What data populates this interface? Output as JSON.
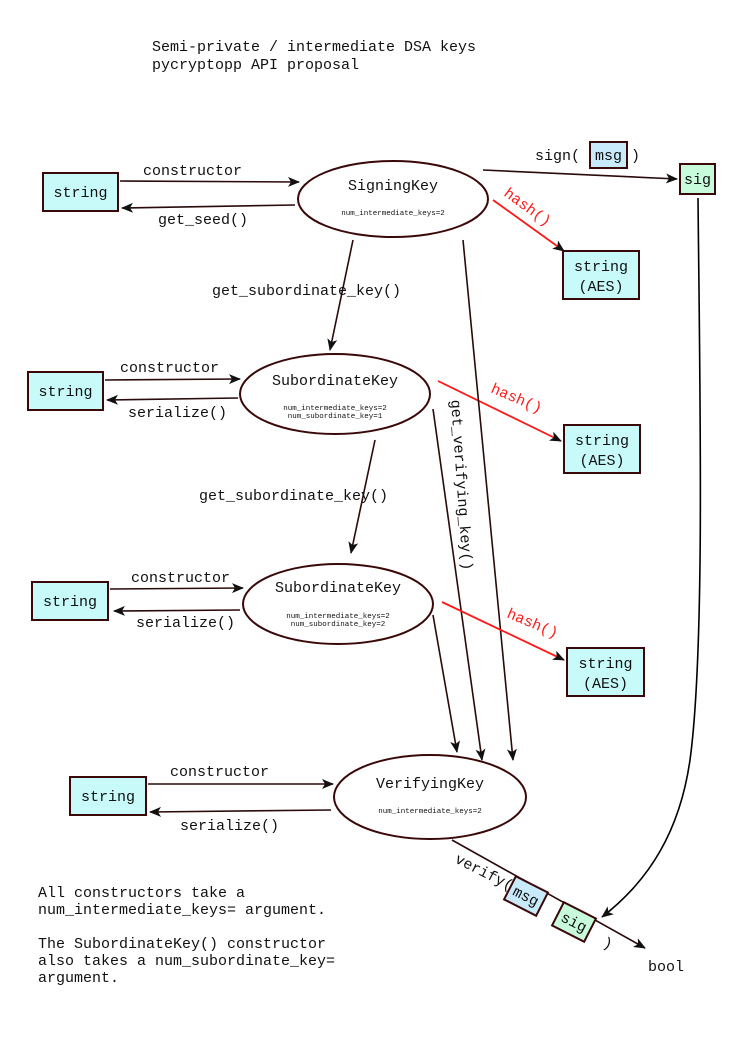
{
  "title": {
    "line1": "Semi-private / intermediate DSA keys",
    "line2": "pycryptopp API proposal"
  },
  "nodes": {
    "signing_key": {
      "name": "SigningKey",
      "params": [
        "num_intermediate_keys=2"
      ]
    },
    "subordinate_key_1": {
      "name": "SubordinateKey",
      "params": [
        "num_intermediate_keys=2",
        "num_subordinate_key=1"
      ]
    },
    "subordinate_key_2": {
      "name": "SubordinateKey",
      "params": [
        "num_intermediate_keys=2",
        "num_subordinate_key=2"
      ]
    },
    "verifying_key": {
      "name": "VerifyingKey",
      "params": [
        "num_intermediate_keys=2"
      ]
    }
  },
  "boxes": {
    "string": "string",
    "string_aes_line1": "string",
    "string_aes_line2": "(AES)",
    "sig": "sig",
    "msg": "msg",
    "bool": "bool"
  },
  "edges": {
    "constructor": "constructor",
    "get_seed": "get_seed()",
    "serialize": "serialize()",
    "get_subordinate_key": "get_subordinate_key()",
    "get_verifying_key": "get_verifying_key()",
    "hash": "hash()",
    "sign_prefix": "sign(",
    "close_paren": ")",
    "verify_prefix": "verify("
  },
  "notes": [
    "All constructors take a",
    "num_intermediate_keys= argument.",
    "",
    "The SubordinateKey() constructor",
    "also takes a num_subordinate_key=",
    "argument."
  ],
  "colors": {
    "string_box": "#c8fafa",
    "msg_box": "#c8eafa",
    "sig_box": "#c8fadc",
    "hash_edge": "#ff1a1a",
    "edge": "#2a0a0a"
  }
}
